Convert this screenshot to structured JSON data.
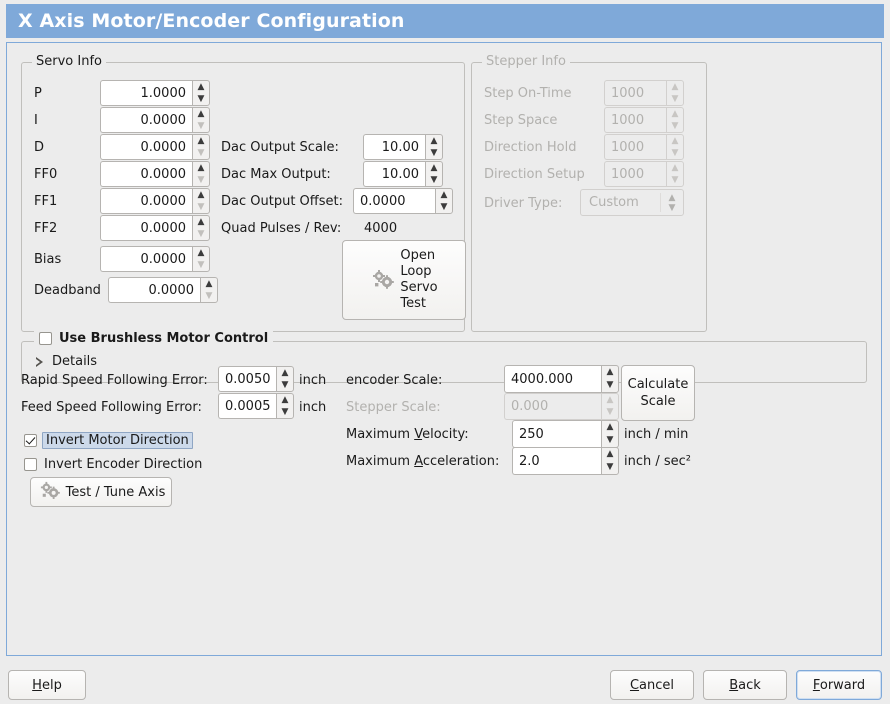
{
  "window": {
    "title": "X Axis Motor/Encoder Configuration"
  },
  "servo_group": {
    "legend": "Servo Info",
    "rows": [
      {
        "label": "P",
        "value": "1.0000"
      },
      {
        "label": "I",
        "value": "0.0000"
      },
      {
        "label": "D",
        "value": "0.0000"
      },
      {
        "label": "FF0",
        "value": "0.0000"
      },
      {
        "label": "FF1",
        "value": "0.0000"
      },
      {
        "label": "FF2",
        "value": "0.0000"
      },
      {
        "label": "Bias",
        "value": "0.0000"
      },
      {
        "label": "Deadband",
        "value": "0.0000"
      }
    ],
    "dac": [
      {
        "label": "Dac Output Scale:",
        "value": "10.00"
      },
      {
        "label": "Dac Max Output:",
        "value": "10.00"
      },
      {
        "label": "Dac Output Offset:",
        "value": "0.0000"
      }
    ],
    "quad_pulses_label": "Quad Pulses / Rev:",
    "quad_pulses_value": "4000",
    "open_loop_button": "Open\nLoop\nServo\nTest",
    "open_loop_lines": [
      "Open",
      "Loop",
      "Servo",
      "Test"
    ],
    "open_loop_icon": "gears-icon"
  },
  "stepper_group": {
    "legend": "Stepper Info",
    "enabled": false,
    "rows": [
      {
        "label": "Step On-Time",
        "value": "1000"
      },
      {
        "label": "Step Space",
        "value": "1000"
      },
      {
        "label": "Direction Hold",
        "value": "1000"
      },
      {
        "label": "Direction Setup",
        "value": "1000"
      }
    ],
    "driver_type_label": "Driver Type:",
    "driver_type_value": "Custom"
  },
  "brushless": {
    "checkbox_label": "Use Brushless Motor Control",
    "checked": false,
    "details_label": "Details",
    "details_expanded": false
  },
  "errors": {
    "rapid_label": "Rapid Speed Following Error:",
    "rapid_value": "0.0050",
    "rapid_unit": "inch",
    "feed_label": "Feed Speed Following Error:",
    "feed_value": "0.0005",
    "feed_unit": "inch"
  },
  "inverts": {
    "motor_label": "Invert Motor Direction",
    "motor_checked": true,
    "motor_focused": true,
    "encoder_label": "Invert Encoder Direction",
    "encoder_checked": false
  },
  "test_tune_button": {
    "label": "Test / Tune Axis",
    "icon": "gears-icon"
  },
  "scales": {
    "encoder_label": "encoder Scale:",
    "encoder_value": "4000.000",
    "stepper_label": "Stepper Scale:",
    "stepper_value": "0.000",
    "stepper_enabled": false,
    "calculate_lines": [
      "Calculate",
      "Scale"
    ],
    "max_velocity_label": "Maximum Velocity:",
    "max_velocity_mnemonic": "V",
    "max_velocity_value": "250",
    "max_velocity_unit": "inch / min",
    "max_accel_label": "Maximum Acceleration:",
    "max_accel_mnemonic": "A",
    "max_accel_value": "2.0",
    "max_accel_unit": "inch / sec²"
  },
  "footer": {
    "help": "Help",
    "cancel": "Cancel",
    "back": "Back",
    "forward": "Forward",
    "default_button": "Forward"
  },
  "colors": {
    "title_bar": "#7fa9d9",
    "window_bg": "#ececec",
    "field_bg": "#ffffff",
    "disabled_text": "#b2b1ae",
    "focus_blue": "#7fa9d9"
  }
}
